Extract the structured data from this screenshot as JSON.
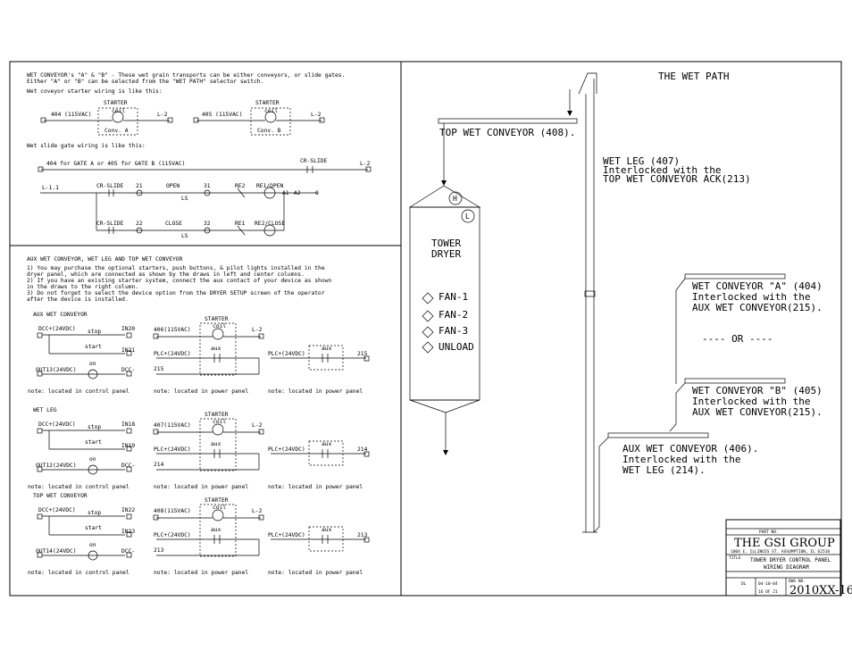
{
  "top_notes": {
    "intro_1": "WET CONVEYOR's \"A\" & \"B\" - These wet grain transports can be either conveyors, or slide gates.",
    "intro_2": "Either \"A\" or \"B\" can be selected from the \"WET PATH\" selector switch.",
    "starter_wiring_title": "Wet coveyor starter wiring is like this:",
    "slide_gate_title": "Wet slide gate wiring is like this:"
  },
  "starters_top": [
    {
      "label": "STARTER",
      "input": "404 (115VAC)",
      "coil": "coil",
      "name": "Conv. A",
      "neutral": "L-2"
    },
    {
      "label": "STARTER",
      "input": "405 (115VAC)",
      "coil": "coil",
      "name": "Conv. B",
      "neutral": "L-2"
    }
  ],
  "slide_gate": {
    "supply": "404 for GATE A or 405 for GATE B (115VAC)",
    "cr_slide": "CR-SLIDE",
    "l2": "L-2",
    "l1": "L-1.1",
    "row1": {
      "cr": "CR-SLIDE",
      "n1": "21",
      "switch": "OPEN",
      "ls": "LS",
      "n2": "31",
      "re": "RE2",
      "coil": "RE1/OPEN",
      "a1": "A1",
      "a2": "A2",
      "o": "O"
    },
    "row2": {
      "cr": "CR-SLIDE",
      "n1": "22",
      "switch": "CLOSE",
      "ls": "LS",
      "n2": "32",
      "re": "RE1",
      "coil": "RE2/CLOSE"
    }
  },
  "aux_notes": {
    "title": "AUX WET CONVEYOR, WET LEG AND TOP WET CONVEYOR",
    "n1a": "1) You may purchase the optional starters, push buttons, & pilot lights installed in the",
    "n1b": "   dryer panel, which are connected as shown by the draws in left and center columns.",
    "n2a": "2) If you have an existing starter system, connect the aux contact of your device as shown",
    "n2b": "   in the draws to the right column.",
    "n3a": "3) Do not forget to select the device option from the DRYER SETUP screen of the operator",
    "n3b": "   after the device is installed."
  },
  "circuits": [
    {
      "title": "AUX WET CONVEYOR",
      "dcc": "DCC+(24VDC)",
      "stop": "stop",
      "in_stop": "IN20",
      "start": "start",
      "in_start": "IN21",
      "out": "OUT13(24VDC)",
      "on": "on",
      "dccm": "DCC-",
      "starter": "STARTER",
      "coil": "coil",
      "vac": "406(115VAC)",
      "l2": "L-2",
      "plc": "PLC+(24VDC)",
      "aux": "aux",
      "ret": "215",
      "plc_r": "PLC+(24VDC)",
      "aux_r": "aux",
      "num_r": "215",
      "note_l": "note: located in control panel",
      "note_c": "note: located in power panel",
      "note_r": "note: located in power panel"
    },
    {
      "title": "WET LEG",
      "dcc": "DCC+(24VDC)",
      "stop": "stop",
      "in_stop": "IN18",
      "start": "start",
      "in_start": "IN19",
      "out": "OUT12(24VDC)",
      "on": "on",
      "dccm": "DCC-",
      "starter": "STARTER",
      "coil": "coil",
      "vac": "407(115VAC)",
      "l2": "L-2",
      "plc": "PLC+(24VDC)",
      "aux": "aux",
      "ret": "214",
      "plc_r": "PLC+(24VDC)",
      "aux_r": "aux",
      "num_r": "214",
      "note_l": "note: located in control panel",
      "note_c": "note: located in power panel",
      "note_r": "note: located in power panel"
    },
    {
      "title": "TOP WET CONVEYOR",
      "dcc": "DCC+(24VDC)",
      "stop": "stop",
      "in_stop": "IN22",
      "start": "start",
      "in_start": "IN23",
      "out": "OUT14(24VDC)",
      "on": "on",
      "dccm": "DCC-",
      "starter": "STARTER",
      "coil": "coil",
      "vac": "408(115VAC)",
      "l2": "L-2",
      "plc": "PLC+(24VDC)",
      "aux": "aux",
      "ret": "213",
      "plc_r": "PLC+(24VDC)",
      "aux_r": "aux",
      "num_r": "213",
      "note_l": "note: located in control panel",
      "note_c": "note: located in power panel",
      "note_r": "note: located in power panel"
    }
  ],
  "path": {
    "title": "THE WET PATH",
    "top_conv": "TOP WET CONVEYOR (408).",
    "wet_leg_1": "WET LEG (407)",
    "wet_leg_2": "Interlocked with the",
    "wet_leg_3": "TOP WET CONVEYOR ACK(213)",
    "dryer_1": "TOWER",
    "dryer_2": "DRYER",
    "h": "H",
    "l": "L",
    "fan1": "FAN-1",
    "fan2": "FAN-2",
    "fan3": "FAN-3",
    "unload": "UNLOAD",
    "conv_a_1": "WET CONVEYOR \"A\" (404)",
    "conv_a_2": "Interlocked with the",
    "conv_a_3": "AUX WET CONVEYOR(215).",
    "or": "---- OR ----",
    "conv_b_1": "WET CONVEYOR \"B\" (405)",
    "conv_b_2": "Interlocked with the",
    "conv_b_3": "AUX WET CONVEYOR(215).",
    "aux_1": "AUX WET CONVEYOR (406).",
    "aux_2": "Interlocked with the",
    "aux_3": "WET LEG (214)."
  },
  "title_block": {
    "part_no": "PART NO.",
    "company": "THE GSI GROUP",
    "address": "1004 E. ILLINOIS ST. ASSUMPTION, IL 62510",
    "title_label": "TITLE",
    "title_1": "TOWER DRYER CONTROL PANEL",
    "title_2": "WIRING DIAGRAM",
    "date": "04-10-04",
    "dwg_label": "DWG NO.",
    "dwg_no": "2010XX-16",
    "sheet": "16 OF 21",
    "drawn": "DL"
  }
}
